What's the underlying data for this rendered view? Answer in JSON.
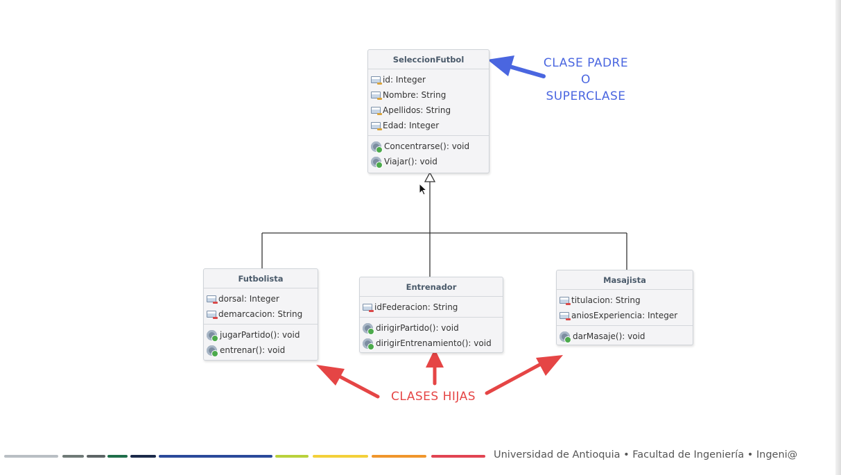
{
  "superclass": {
    "name": "SeleccionFutbol",
    "attributes": [
      "id: Integer",
      "Nombre: String",
      "Apellidos: String",
      "Edad: Integer"
    ],
    "operations": [
      "Concentrarse(): void",
      "Viajar(): void"
    ]
  },
  "subclasses": [
    {
      "name": "Futbolista",
      "attributes": [
        "dorsal: Integer",
        "demarcacion: String"
      ],
      "operations": [
        "jugarPartido(): void",
        "entrenar(): void"
      ]
    },
    {
      "name": "Entrenador",
      "attributes": [
        "idFederacion: String"
      ],
      "operations": [
        "dirigirPartido(): void",
        "dirigirEntrenamiento(): void"
      ]
    },
    {
      "name": "Masajista",
      "attributes": [
        "titulacion: String",
        "aniosExperiencia: Integer"
      ],
      "operations": [
        "darMasaje(): void"
      ]
    }
  ],
  "annotations": {
    "parent_lines": [
      "CLASE PADRE",
      "O",
      "SUPERCLASE"
    ],
    "children": "CLASES HIJAS"
  },
  "footer": {
    "text": "Universidad de Antioquia  •  Facultad de Ingeniería  •  Ingeni@",
    "bar_colors": [
      "#b9bfc4",
      "#6f7a77",
      "#5d6566",
      "#1f6e4a",
      "#1b2a4a",
      "#2b4a9a",
      "#b9d13c",
      "#f3d03a",
      "#f0962c",
      "#e14452"
    ]
  },
  "colors": {
    "parent_annotation": "#4a66e0",
    "children_annotation": "#e54545"
  }
}
